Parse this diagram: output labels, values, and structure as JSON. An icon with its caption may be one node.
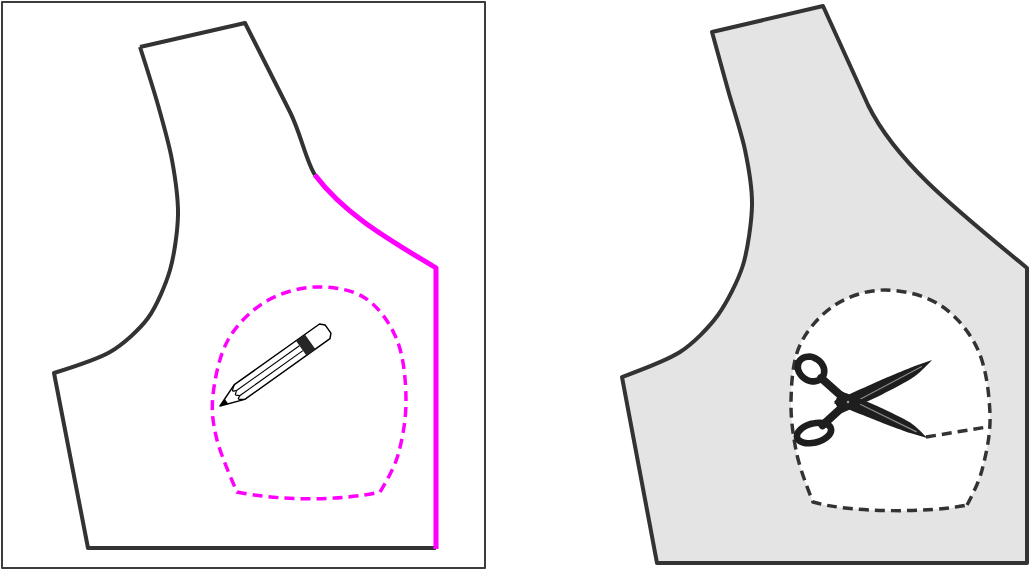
{
  "diagram": {
    "nodes": [
      {
        "text": [],
        "shape": "box"
      },
      {
        "text": [],
        "shape": "picture",
        "in": 0
      },
      {
        "text": [],
        "shape": "oval",
        "in": 1
      },
      {
        "text": [],
        "shape": "picture"
      },
      {
        "text": [],
        "shape": "oval",
        "in": 3
      }
    ]
  }
}
